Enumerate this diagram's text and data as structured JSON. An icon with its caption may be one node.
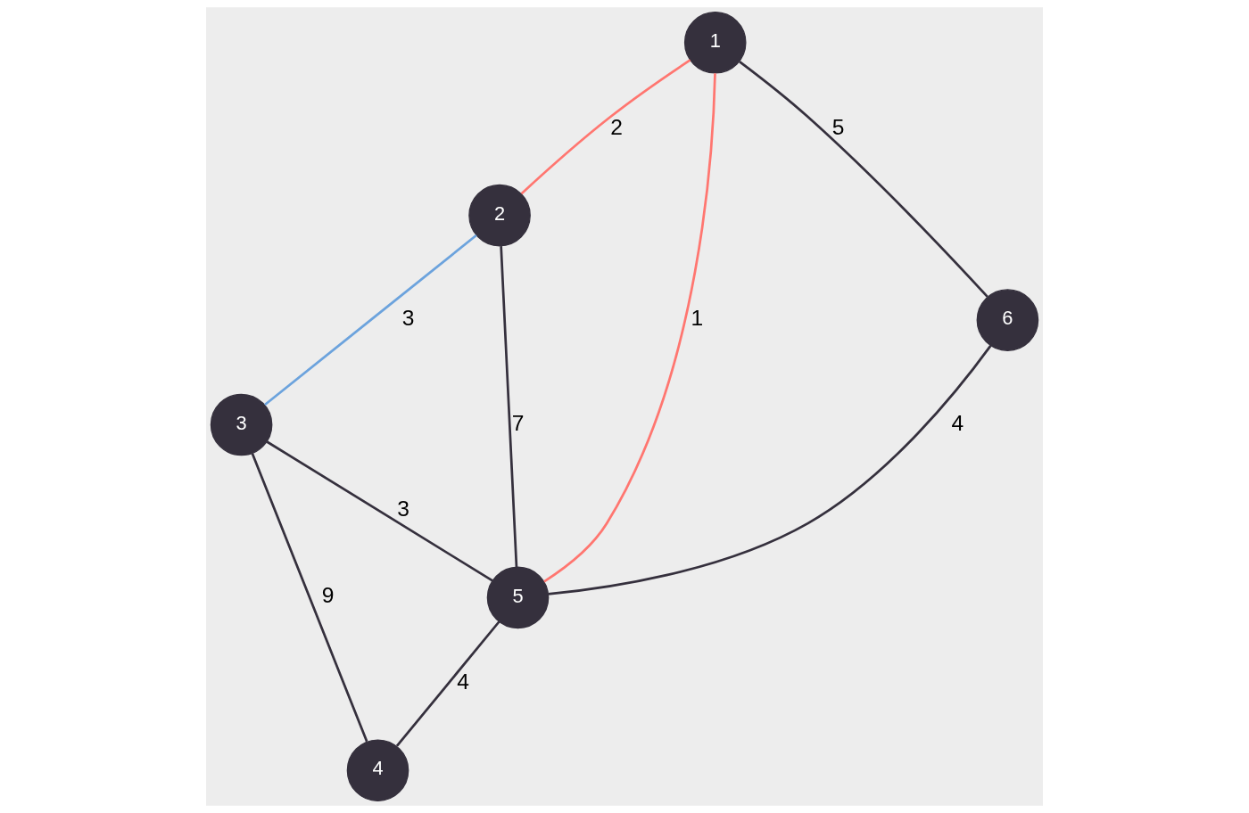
{
  "diagram": {
    "nodes": [
      {
        "text": [
          "1"
        ]
      },
      {
        "text": [
          "2"
        ]
      },
      {
        "text": [
          "3"
        ]
      },
      {
        "text": [
          "4"
        ]
      },
      {
        "text": [
          "5"
        ]
      },
      {
        "text": [
          "6"
        ]
      }
    ],
    "edges": [
      {
        "from": 0,
        "to": 1,
        "arrow": "none",
        "label": "2",
        "color": "#ff7670"
      },
      {
        "from": 1,
        "to": 2,
        "arrow": "none",
        "label": "3",
        "color": "#6ca3dd"
      },
      {
        "from": 0,
        "to": 5,
        "arrow": "none",
        "label": "5"
      },
      {
        "from": 0,
        "to": 4,
        "arrow": "none",
        "label": "1",
        "color": "#ff7670"
      },
      {
        "from": 1,
        "to": 4,
        "arrow": "none",
        "label": "7"
      },
      {
        "from": 2,
        "to": 4,
        "arrow": "none",
        "label": "3"
      },
      {
        "from": 2,
        "to": 3,
        "arrow": "none",
        "label": "9"
      },
      {
        "from": 5,
        "to": 4,
        "arrow": "none",
        "label": "4"
      },
      {
        "from": 4,
        "to": 3,
        "arrow": "none",
        "label": "4"
      }
    ]
  }
}
